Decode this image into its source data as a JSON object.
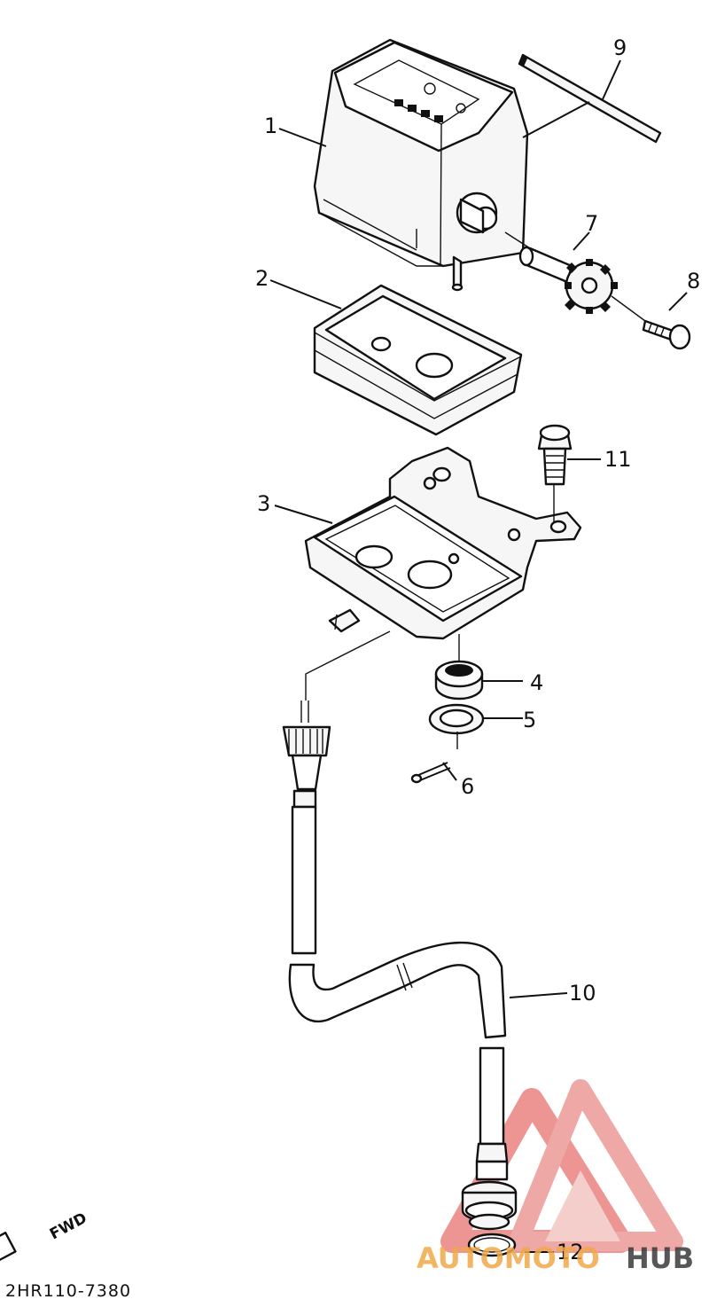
{
  "diagram": {
    "drawing_code": "2HR110-7380",
    "fwd_label": "FWD",
    "callouts": [
      {
        "id": "1",
        "text": "1"
      },
      {
        "id": "2",
        "text": "2"
      },
      {
        "id": "3",
        "text": "3"
      },
      {
        "id": "4",
        "text": "4"
      },
      {
        "id": "5",
        "text": "5"
      },
      {
        "id": "6",
        "text": "6"
      },
      {
        "id": "7",
        "text": "7"
      },
      {
        "id": "8",
        "text": "8"
      },
      {
        "id": "9",
        "text": "9"
      },
      {
        "id": "10",
        "text": "10"
      },
      {
        "id": "11",
        "text": "11"
      },
      {
        "id": "12",
        "text": "12"
      }
    ]
  },
  "watermark": {
    "text_left": "AUTOMOTO",
    "text_right": "HUB",
    "accent_color": "#e0312b",
    "secondary_color": "#f0a94a",
    "dark_color": "#3a3a3a"
  }
}
